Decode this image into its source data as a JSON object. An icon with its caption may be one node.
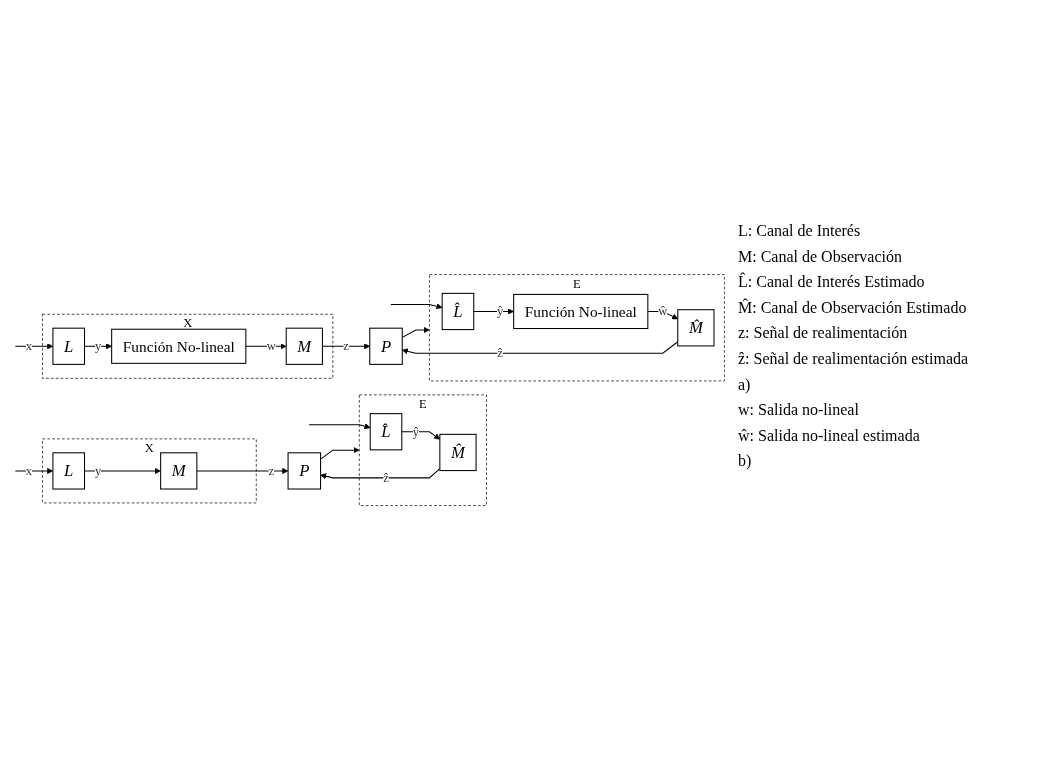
{
  "diagram": {
    "nodes": [
      {
        "text": [
          "X"
        ]
      },
      {
        "text": [
          "L"
        ],
        "in": 0
      },
      {
        "text": [
          "M"
        ],
        "in": 0
      },
      {
        "text": [
          "P"
        ]
      },
      {
        "text": [
          "E"
        ]
      },
      {
        "text": [
          "L̂"
        ],
        "in": 4
      },
      {
        "text": [
          "M̂"
        ],
        "in": 4
      },
      {
        "text": [
          "X"
        ]
      },
      {
        "text": [
          "L"
        ],
        "in": 7
      },
      {
        "text": [
          "Función No-lineal"
        ],
        "in": 7
      },
      {
        "text": [
          "M"
        ],
        "in": 7
      },
      {
        "text": [
          "P"
        ]
      },
      {
        "text": [
          "E"
        ]
      },
      {
        "text": [
          "L̂"
        ],
        "in": 12
      },
      {
        "text": [
          "Función No-lineal"
        ],
        "in": 12
      },
      {
        "text": [
          "M̂"
        ],
        "in": 12
      }
    ],
    "edges": [
      {
        "from": null,
        "to": 1,
        "arrow": "to",
        "label": "x"
      },
      {
        "from": null,
        "to": 5,
        "arrow": "to"
      },
      {
        "from": 1,
        "to": 2,
        "arrow": "to",
        "label": "y"
      },
      {
        "from": 2,
        "to": 3,
        "arrow": "to",
        "label": "z"
      },
      {
        "from": 3,
        "to": 4,
        "arrow": "to"
      },
      {
        "from": 5,
        "to": 6,
        "arrow": "to",
        "label": "ŷ"
      },
      {
        "from": 6,
        "to": 3,
        "arrow": "to",
        "label": "ẑ"
      },
      {
        "from": null,
        "to": 8,
        "arrow": "to",
        "label": "x"
      },
      {
        "from": null,
        "to": 13,
        "arrow": "to"
      },
      {
        "from": 8,
        "to": 9,
        "arrow": "to",
        "label": "y"
      },
      {
        "from": 9,
        "to": 10,
        "arrow": "to",
        "label": "w"
      },
      {
        "from": 10,
        "to": 11,
        "arrow": "to",
        "label": "z"
      },
      {
        "from": 11,
        "to": 12,
        "arrow": "to"
      },
      {
        "from": 13,
        "to": 14,
        "arrow": "to",
        "label": "ŷ"
      },
      {
        "from": 14,
        "to": 15,
        "arrow": "to",
        "label": "ŵ"
      },
      {
        "from": 15,
        "to": 11,
        "arrow": "to",
        "label": "ẑ"
      }
    ],
    "labels": [
      "L: Canal de Interés",
      "M: Canal de Observación",
      "L̂: Canal de Interés Estimado",
      "M̂: Canal de Observación Estimado",
      "z: Señal de realimentación",
      "ẑ: Señal de realimentación estimada",
      "a)",
      "w: Salida no-lineal",
      "ŵ: Salida no-lineal estimada",
      "b)"
    ]
  }
}
